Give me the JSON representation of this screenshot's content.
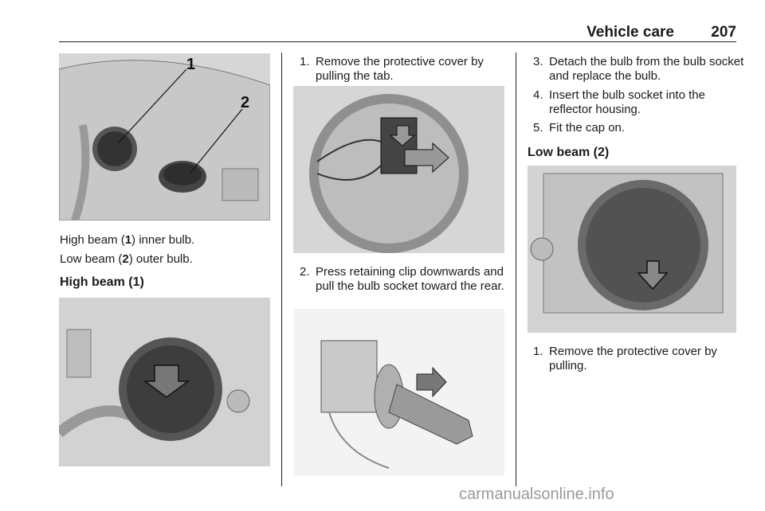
{
  "header": {
    "section_title": "Vehicle care",
    "page_number": "207"
  },
  "col1": {
    "figure_callouts": [
      "1",
      "2"
    ],
    "captions": [
      {
        "pre": "High beam (",
        "bold": "1",
        "post": ") inner bulb."
      },
      {
        "pre": "Low beam (",
        "bold": "2",
        "post": ") outer bulb."
      }
    ],
    "heading": "High beam (1)"
  },
  "col2": {
    "steps": [
      {
        "num": "1.",
        "text": "Remove the protective cover by pulling the tab."
      },
      {
        "num": "2.",
        "text": "Press retaining clip downwards and pull the bulb socket toward the rear."
      }
    ]
  },
  "col3": {
    "steps": [
      {
        "num": "3.",
        "text": "Detach the bulb from the bulb socket and replace the bulb."
      },
      {
        "num": "4.",
        "text": "Insert the bulb socket into the reflector housing."
      },
      {
        "num": "5.",
        "text": "Fit the cap on."
      }
    ],
    "heading": "Low beam (2)",
    "steps_after": [
      {
        "num": "1.",
        "text": "Remove the protective cover by pulling."
      }
    ]
  },
  "footer": {
    "watermark": "carmanualsonline.info"
  }
}
